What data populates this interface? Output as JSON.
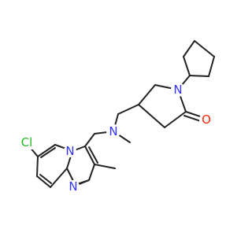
{
  "colors": {
    "background": "#ffffff",
    "bond": "#222222",
    "nitrogen": "#3333ff",
    "oxygen": "#ff2200",
    "chlorine": "#22bb22"
  },
  "atoms": {
    "n_pyrrolidinone": {
      "text": "N",
      "element": "nitrogen"
    },
    "n_amine": {
      "text": "N",
      "element": "nitrogen"
    },
    "n_bridgehead": {
      "text": "N",
      "element": "nitrogen"
    },
    "n_imidazole": {
      "text": "N",
      "element": "nitrogen"
    },
    "o_carbonyl": {
      "text": "O",
      "element": "oxygen"
    },
    "cl": {
      "text": "Cl",
      "element": "chlorine"
    }
  }
}
